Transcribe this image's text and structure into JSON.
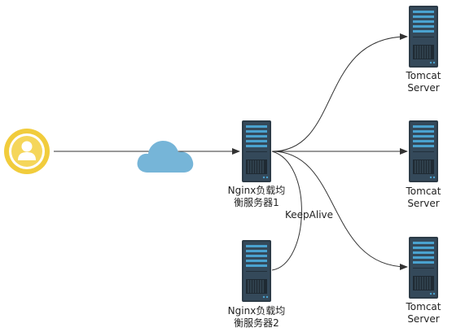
{
  "nodes": {
    "user": {
      "icon": "user-icon"
    },
    "cloud": {
      "icon": "cloud-icon"
    },
    "nginx1": {
      "label_line1": "Nginx负载均",
      "label_line2": "衡服务器1"
    },
    "nginx2": {
      "label_line1": "Nginx负载均",
      "label_line2": "衡服务器2"
    },
    "tomcat1": {
      "label_line1": "Tomcat",
      "label_line2": "Server"
    },
    "tomcat2": {
      "label_line1": "Tomcat",
      "label_line2": "Server"
    },
    "tomcat3": {
      "label_line1": "Tomcat",
      "label_line2": "Server"
    }
  },
  "edges": {
    "keepalive_label": "KeepAlive"
  },
  "colors": {
    "user_ring": "#f1cc3c",
    "user_fill": "#f5d65a",
    "cloud": "#76b5d8",
    "server_body": "#2c3b47",
    "server_accent": "#4aa2cf",
    "line": "#333333"
  }
}
